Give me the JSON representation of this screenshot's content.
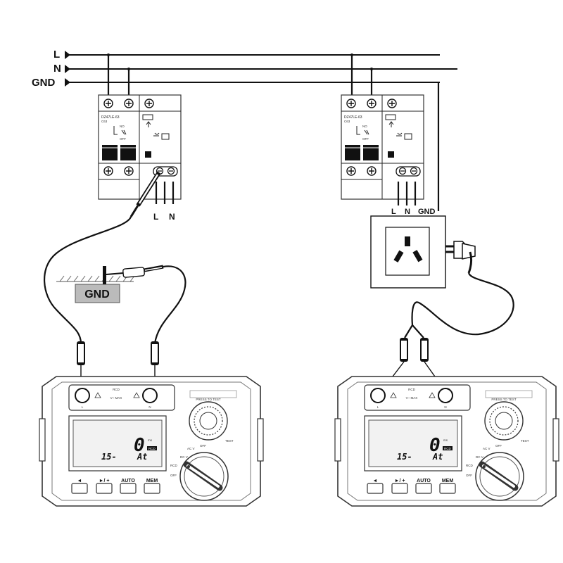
{
  "bus": {
    "l_label": "L",
    "n_label": "N",
    "gnd_label": "GND"
  },
  "left_circuit": {
    "breaker_model": "DZ47LE-63",
    "breaker_sub": "C63",
    "breaker_on_label": "NO",
    "breaker_off_label": "OFF",
    "out_l_label": "L",
    "out_n_label": "N",
    "ground_label": "GND"
  },
  "right_circuit": {
    "breaker_model": "DZ47LE-63",
    "breaker_sub": "C63",
    "breaker_on_label": "NO",
    "breaker_off_label": "OFF",
    "out_l_label": "L",
    "out_n_label": "N",
    "out_gnd_label": "GND"
  },
  "tester": {
    "terminal_l": "L",
    "terminal_n": "N",
    "rcd_label": "RCD",
    "warning_text": "V~ MAX",
    "press_label": "PRESS TO TEST",
    "test_label": "TEST",
    "lcd_value": "0",
    "lcd_unit": "ms",
    "lcd_left": "15-",
    "lcd_mode": "At",
    "lcd_tag": "RCD",
    "dial_acv": "AC V",
    "dial_dcv": "DC V",
    "dial_off_top": "OFF",
    "dial_rcd": "RCD",
    "dial_off": "OFF",
    "buttons": [
      "◄",
      "►/ +",
      "AUTO",
      "MEM"
    ]
  }
}
